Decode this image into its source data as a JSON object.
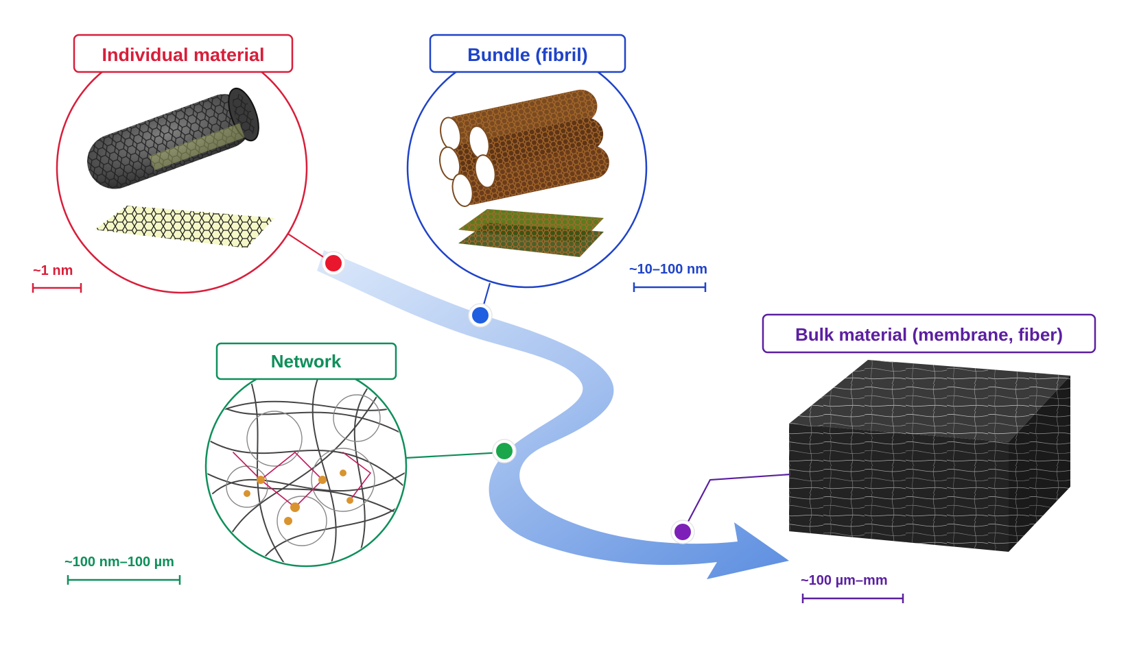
{
  "stages": [
    {
      "id": "individual",
      "title": "Individual material",
      "scale": "~1 nm",
      "color": "#d81e3a"
    },
    {
      "id": "bundle",
      "title": "Bundle (fibril)",
      "scale": "~10–100 nm",
      "color": "#1f43c8"
    },
    {
      "id": "network",
      "title": "Network",
      "scale": "~100 nm–100 µm",
      "color": "#0e8f5a"
    },
    {
      "id": "bulk",
      "title": "Bulk material (membrane, fiber)",
      "scale": "~100 µm–mm",
      "color": "#5b1fa0"
    }
  ],
  "path_colors": {
    "start": "#dbe8fa",
    "mid": "#a9c4f0",
    "end": "#5c8ee0"
  },
  "marker_colors": {
    "red": "#e8172d",
    "blue": "#1f5fe0",
    "green": "#1aa64a",
    "purple": "#7d20b8"
  }
}
